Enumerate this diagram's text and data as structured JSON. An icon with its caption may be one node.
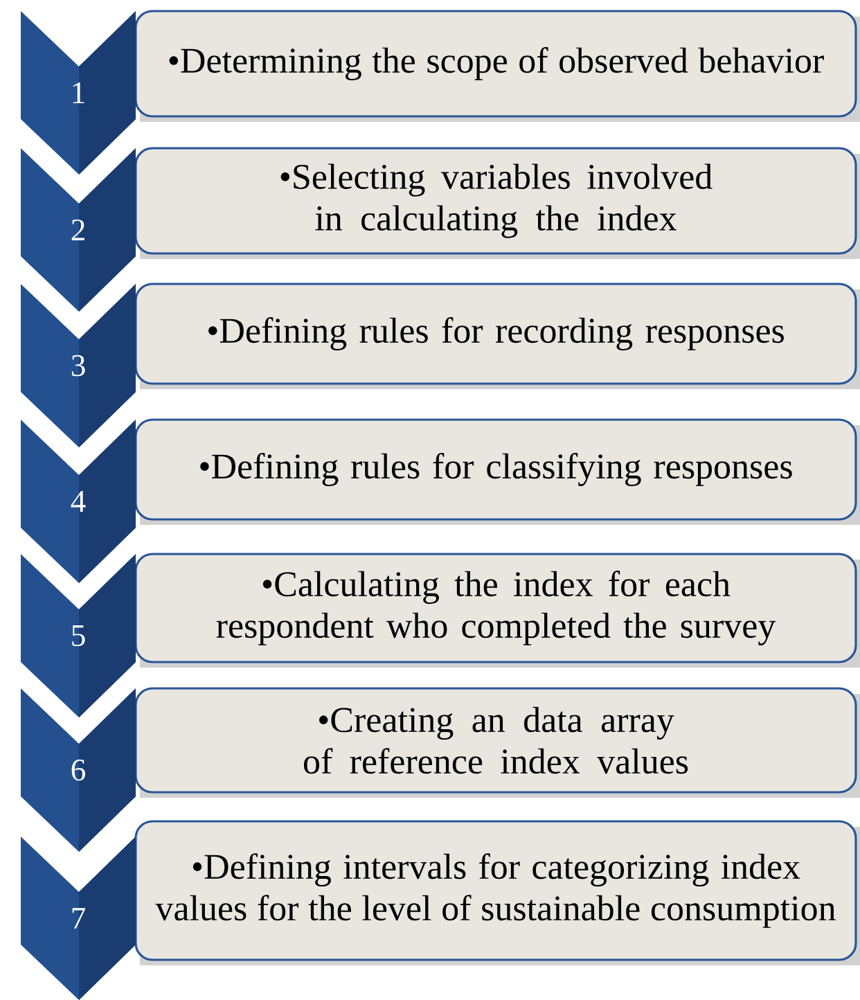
{
  "diagram": {
    "nodes": [
      {
        "text": [
          "1"
        ]
      },
      {
        "text": [
          "•Determining the scope of observed behavior"
        ]
      },
      {
        "text": [
          "2"
        ]
      },
      {
        "text": [
          "•Selecting variables involved in calculating the index"
        ]
      },
      {
        "text": [
          "3"
        ]
      },
      {
        "text": [
          "•Defining rules for recording responses"
        ]
      },
      {
        "text": [
          "4"
        ]
      },
      {
        "text": [
          "•Defining rules for classifying responses"
        ]
      },
      {
        "text": [
          "5"
        ]
      },
      {
        "text": [
          "•Calculating the index for each respondent who completed the survey"
        ]
      },
      {
        "text": [
          "6"
        ]
      },
      {
        "text": [
          "•Creating an data array of reference index values"
        ]
      },
      {
        "text": [
          "7"
        ]
      },
      {
        "text": [
          "•Defining intervals for categorizing index values for the level of sustainable consumption"
        ]
      }
    ]
  }
}
